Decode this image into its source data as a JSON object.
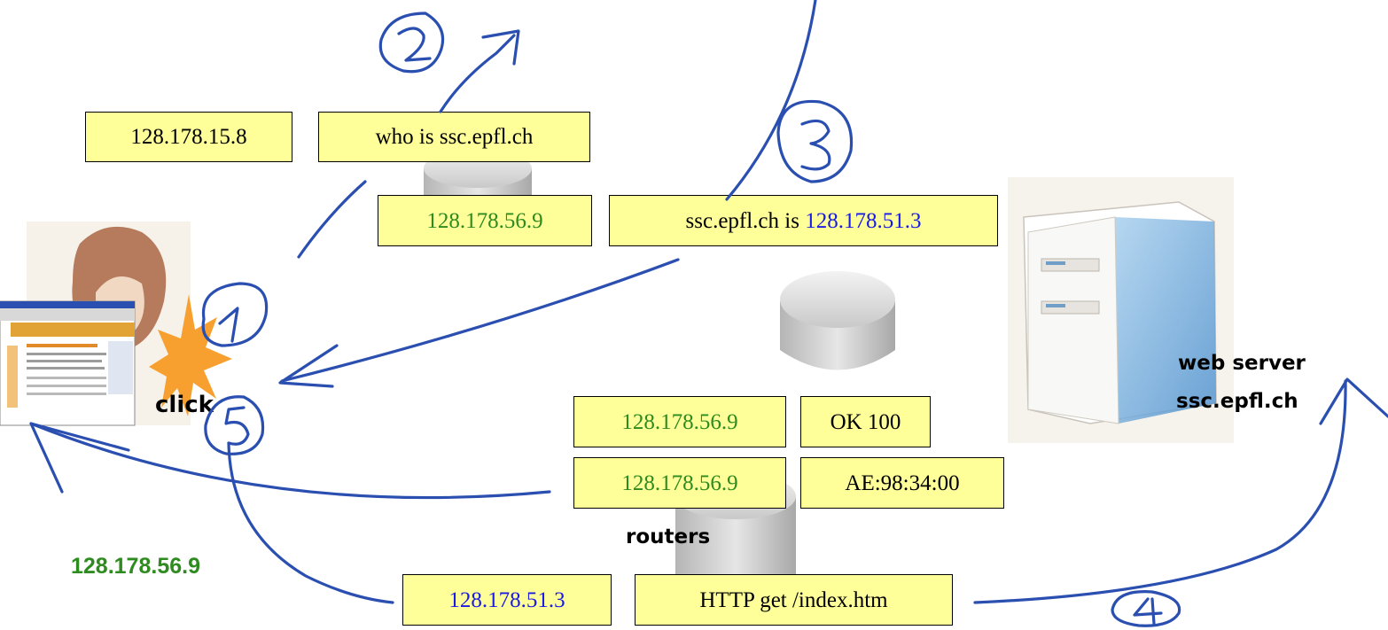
{
  "boxes": {
    "ip_128_178_15_8": "128.178.15.8",
    "who_is": "who is ssc.epfl.ch",
    "ip_56_9_top": "128.178.56.9",
    "dns_answer_prefix": "ssc.epfl.ch is ",
    "dns_answer_ip": "128.178.51.3",
    "ip_56_9_ok": "128.178.56.9",
    "ok_100": "OK 100",
    "ip_56_9_mac": "128.178.56.9",
    "mac": "AE:98:34:00",
    "dest_ip": "128.178.51.3",
    "http_get": "HTTP get /index.htm"
  },
  "labels": {
    "click": "click",
    "web_server_1": "web server",
    "web_server_2": "ssc.epfl.ch",
    "routers": "routers",
    "client_ip": "128.178.56.9"
  },
  "steps": [
    "1",
    "2",
    "3",
    "4",
    "5"
  ],
  "colors": {
    "box_fill": "#ffff99",
    "green_ip": "#2e8b1f",
    "blue_ip": "#1a1ae6",
    "ink": "#2a4fb0",
    "burst": "#f7a030"
  }
}
